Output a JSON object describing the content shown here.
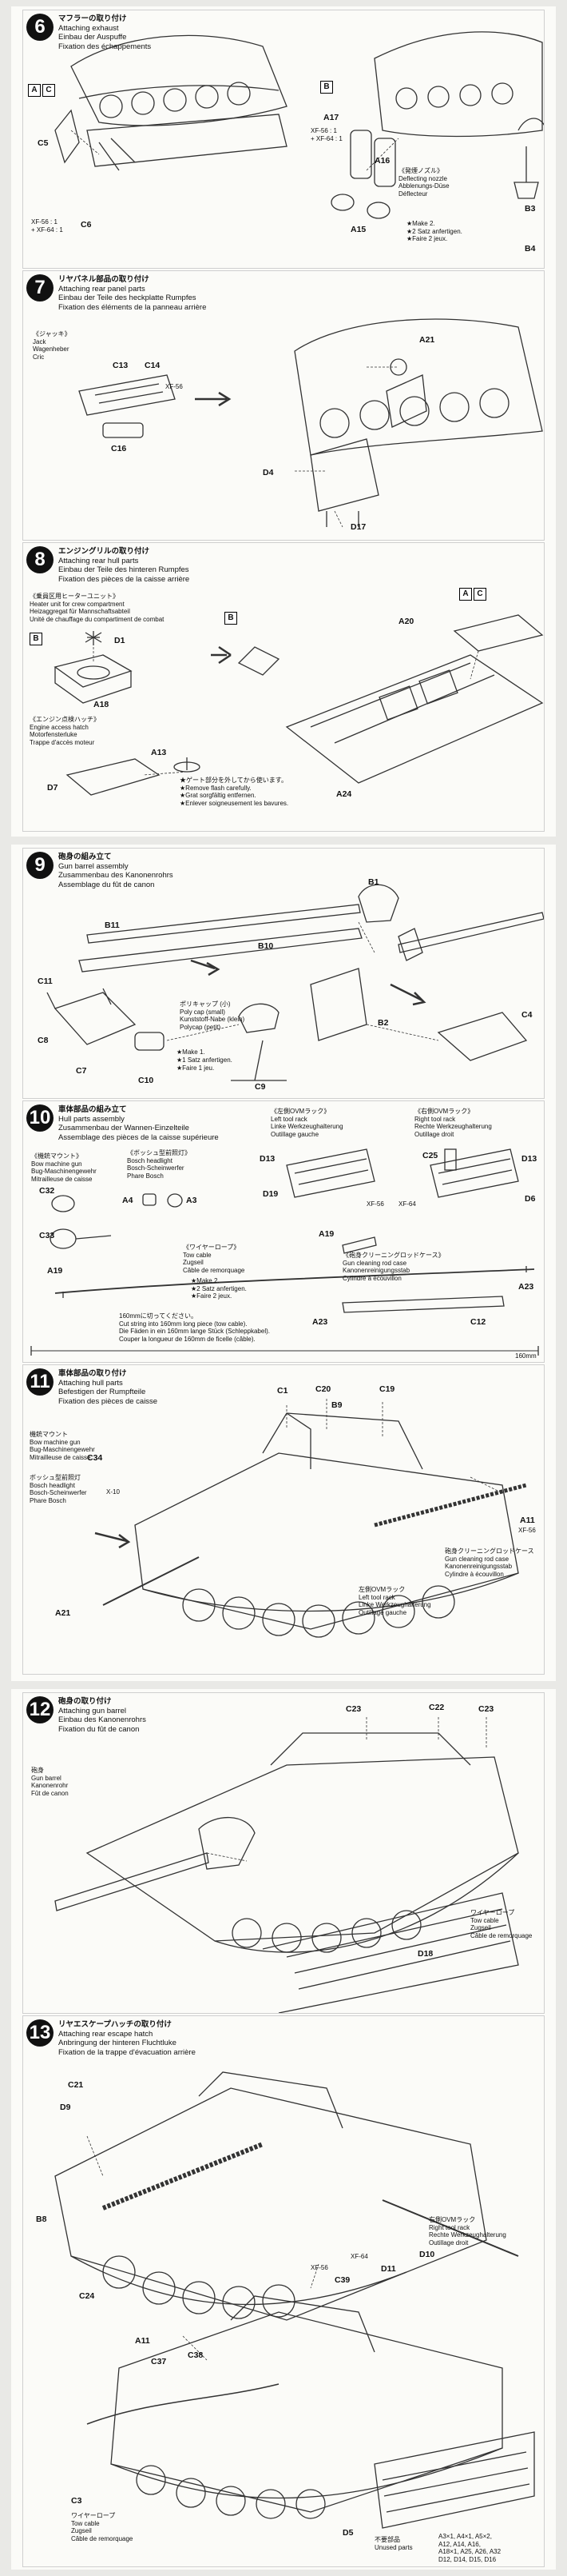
{
  "steps": {
    "s6": {
      "num": "6",
      "jp": "マフラーの取り付け",
      "en": "Attaching exhaust",
      "de": "Einbau der Auspuffe",
      "fr": "Fixation des échappements",
      "code_a": "A",
      "code_c": "C",
      "code_b": "B",
      "parts": {
        "c5": "C5",
        "c6": "C6",
        "a17": "A17",
        "a15": "A15",
        "a16": "A16",
        "b3": "B3",
        "b4": "B4"
      },
      "paint1": "XF-56 : 1\n+ XF-64 : 1",
      "paint2": "XF-56 : 1\n+ XF-64 : 1",
      "nozzle": "《発煙ノズル》\nDeflecting nozzle\nAbblenungs-Düse\nDéflecteur",
      "note": "★Make 2.\n★2 Satz anfertigen.\n★Faire 2 jeux."
    },
    "s7": {
      "num": "7",
      "jp": "リヤパネル部品の取り付け",
      "en": "Attaching rear panel parts",
      "de": "Einbau der Teile des heckplatte Rumpfes",
      "fr": "Fixation des éléments de la panneau arrière",
      "jack": "《ジャッキ》\nJack\nWagenheber\nCric",
      "parts": {
        "c13": "C13",
        "c14": "C14",
        "c16": "C16",
        "a21": "A21",
        "d4": "D4",
        "d17": "D17"
      },
      "paint": "XF-56"
    },
    "s8": {
      "num": "8",
      "jp": "エンジングリルの取り付け",
      "en": "Attaching rear hull parts",
      "de": "Einbau der Teile des hinteren Rumpfes",
      "fr": "Fixation des pièces de la caisse arrière",
      "heater": "《乗員区用ヒーターユニット》\nHeater unit for crew compartment\nHeizaggregat für Mannschaftsabteil\nUnité de chauffage du compartiment de combat",
      "hatch": "《エンジン点検ハッチ》\nEngine access hatch\nMotorfensterluke\nTrappe d'accès moteur",
      "code_b": "B",
      "code_a": "A",
      "code_c": "C",
      "parts": {
        "d1": "D1",
        "a18": "A18",
        "a13": "A13",
        "d7": "D7",
        "a20": "A20",
        "a24": "A24"
      },
      "note": "★ゲート部分を外してから使います。\n★Remove flash carefully.\n★Grat sorgfältig entfernen.\n★Enlever soigneusement les bavures."
    },
    "s9": {
      "num": "9",
      "jp": "砲身の組み立て",
      "en": "Gun barrel assembly",
      "de": "Zusammenbau des Kanonenrohrs",
      "fr": "Assemblage du fût de canon",
      "parts": {
        "b1": "B1",
        "b11": "B11",
        "b10": "B10",
        "c11": "C11",
        "c8": "C8",
        "c7": "C7",
        "c10": "C10",
        "c9": "C9",
        "b2": "B2",
        "c4": "C4"
      },
      "polycap": "ポリキャップ (小)\nPoly cap (small)\nKunststoff-Nabe (klein)\nPolycap (petit)",
      "note": "★1 Satz anfertigen.\n★Faire 1 jeu.",
      "make1": "★Make 1."
    },
    "s10": {
      "num": "10",
      "jp": "車体部品の組み立て",
      "en": "Hull parts assembly",
      "de": "Zusammenbau der Wannen-Einzelteile",
      "fr": "Assemblage des pièces de la caisse supérieure",
      "mg": "《機銃マウント》\nBow machine gun\nBug-Maschinengewehr\nMitrailleuse de caisse",
      "light": "《ボッシュ型前照灯》\nBosch headlight\nBosch-Scheinwerfer\nPhare Bosch",
      "left": "《左側OVMラック》\nLeft tool rack\nLinke Werkzeughalterung\nOutillage gauche",
      "right": "《右側OVMラック》\nRight tool rack\nRechte Werkzeughalterung\nOutillage droit",
      "wire": "《ワイヤーロープ》\nTow cable\nZugseil\nCâble de remorquage",
      "rod": "《砲身クリーニングロッドケース》\nGun cleaning rod case\nKanonenreinigungsstab\nCylindre à écouvillon",
      "parts": {
        "c32": "C32",
        "c33": "C33",
        "a4": "A4",
        "a3": "A3",
        "d13a": "D13",
        "d19": "D19",
        "c25": "C25",
        "d13b": "D13",
        "d6": "D6",
        "a19a": "A19",
        "a19b": "A19",
        "a23a": "A23",
        "a23b": "A23",
        "c12": "C12"
      },
      "paint": "XF-56",
      "paint2": "XF-64",
      "cut": "160mmに切ってください。\nCut string into 160mm long piece (tow cable).\nDie Fäden in ein 160mm lange Stück (Schleppkabel).\nCouper la longueur de 160mm de ficelle (câble).",
      "scale": "160mm",
      "make2": "★Make 2.\n★2 Satz anfertigen.\n★Faire 2 jeux."
    },
    "s11": {
      "num": "11",
      "jp": "車体部品の取り付け",
      "en": "Attaching hull parts",
      "de": "Befestigen der Rumpfteile",
      "fr": "Fixation des pièces de caisse",
      "mg": "機銃マウント\nBow machine gun\nBug-Maschinengewehr\nMitrailleuse de caisse",
      "bosch": "ボッシュ型前照灯\nBosch headlight\nBosch-Scheinwerfer\nPhare Bosch",
      "rod": "砲身クリーニングロッドケース\nGun cleaning rod case\nKanonenreinigungsstab\nCylindre à écouvillon",
      "left": "左側OVMラック\nLeft tool rack\nLinke Werkzeughalterung\nOutillage gauche",
      "parts": {
        "c1": "C1",
        "c20": "C20",
        "b9": "B9",
        "c19": "C19",
        "c34": "C34",
        "a11": "A11",
        "a21": "A21"
      },
      "paint": "XF-56",
      "x10": "X-10"
    },
    "s12": {
      "num": "12",
      "jp": "砲身の取り付け",
      "en": "Attaching gun barrel",
      "de": "Einbau des Kanonenrohrs",
      "fr": "Fixation du fût de canon",
      "barrel": "砲身\nGun barrel\nKanonenrohr\nFût de canon",
      "wire": "ワイヤーロープ\nTow cable\nZugseil\nCâble de remorquage",
      "parts": {
        "c23a": "C23",
        "c22": "C22",
        "c23b": "C23",
        "d18": "D18"
      }
    },
    "s13": {
      "num": "13",
      "jp": "リヤエスケープハッチの取り付け",
      "en": "Attaching rear escape hatch",
      "de": "Anbringung der hinteren Fluchtluke",
      "fr": "Fixation de la trappe d'évacuation arrière",
      "parts": {
        "c21": "C21",
        "d9": "D9",
        "b8": "B8",
        "c24": "C24",
        "d10": "D10",
        "d11": "D11",
        "c39": "C39",
        "a11": "A11",
        "c37": "C37",
        "c38": "C38",
        "c3": "C3",
        "d5": "D5"
      },
      "right": "右側OVMラック\nRight tool rack\nRechte Werkzeughalterung\nOutillage droit",
      "wire": "ワイヤーロープ\nTow cable\nZugseil\nCâble de remorquage",
      "unused": "不要部品\nUnused parts",
      "unused_list": "A3×1, A4×1, A5×2,\nA12, A14, A16,\nA18×1, A25, A26, A32\nD12, D14, D15, D16",
      "paint": "XF-56",
      "paint2": "XF-64"
    }
  },
  "colors": {
    "ink": "#111111",
    "paper": "#fbfbf8",
    "bg": "#e9e9e6",
    "line": "#333333"
  }
}
